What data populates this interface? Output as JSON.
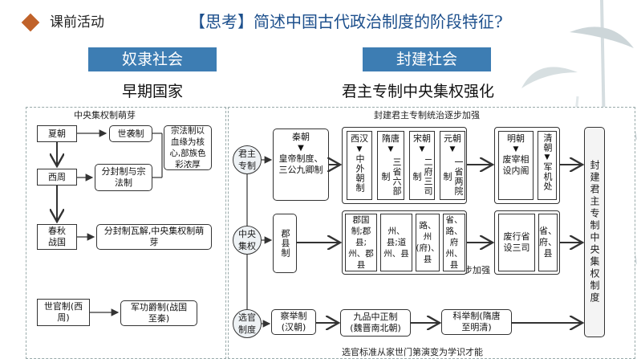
{
  "header": {
    "label": "课前活动",
    "title": "【思考】简述中国古代政治制度的阶段特征?"
  },
  "eras": {
    "slavery": "奴隶社会",
    "feudal": "封建社会"
  },
  "subtitles": {
    "early": "早期国家",
    "monarchy": "君主专制中央集权强化"
  },
  "left": {
    "caption": "中央集权制萌芽",
    "xia": "夏朝",
    "hereditary": "世袭制",
    "zongfa_note": "宗法制以血缘为核心,部族色彩浓厚",
    "xizhou": "西周",
    "fenfeng": "分封制与宗法制",
    "chunqiu": "春秋战国",
    "breakdown": "分封制瓦解,中央集权制萌芽",
    "shiguan": "世官制(西周)",
    "jungong": "军功爵制(战国至秦)"
  },
  "right": {
    "top_caption": "封建君主专制统治逐步加强",
    "mid_caption": "中央集权的确立及进一步加强",
    "bottom_caption": "选官标准从家世门第演变为学识才能",
    "row_monarch": "君主专制",
    "row_central": "中央集权",
    "row_official": "选官制度",
    "qin_title": "秦朝",
    "qin_body": "皇帝制度、三公九卿制",
    "han_title": "西汉",
    "han_body": "中外朝制",
    "suitang_title": "隋唐",
    "suitang_body": "三省六部制",
    "song_title": "宋朝",
    "song_body": "二府三司制",
    "yuan_title": "元朝",
    "yuan_body": "一省两院制",
    "ming_title": "明朝",
    "ming_body": "废宰相设内阁",
    "qing_title": "清朝",
    "qing_body": "军机处",
    "junxian": "郡县制",
    "junguo": "郡国制;郡县;州、郡县",
    "zhou": "州、县;道州、县",
    "lu": "路、州(府)、县",
    "sheng": "省、路、府州、县",
    "xingsheng": "废行省设三司",
    "shengfu": "省、府、县",
    "chaju": "察举制(汉朝)",
    "jiupin": "九品中正制(魏晋南北朝)",
    "keju": "科举制(隋唐至明清)",
    "conclusion": "封建君主专制中央集权制度"
  },
  "colors": {
    "accent": "#c0622a",
    "title_blue": "#1c4f8c",
    "banner_blue": "#3d7db3"
  }
}
